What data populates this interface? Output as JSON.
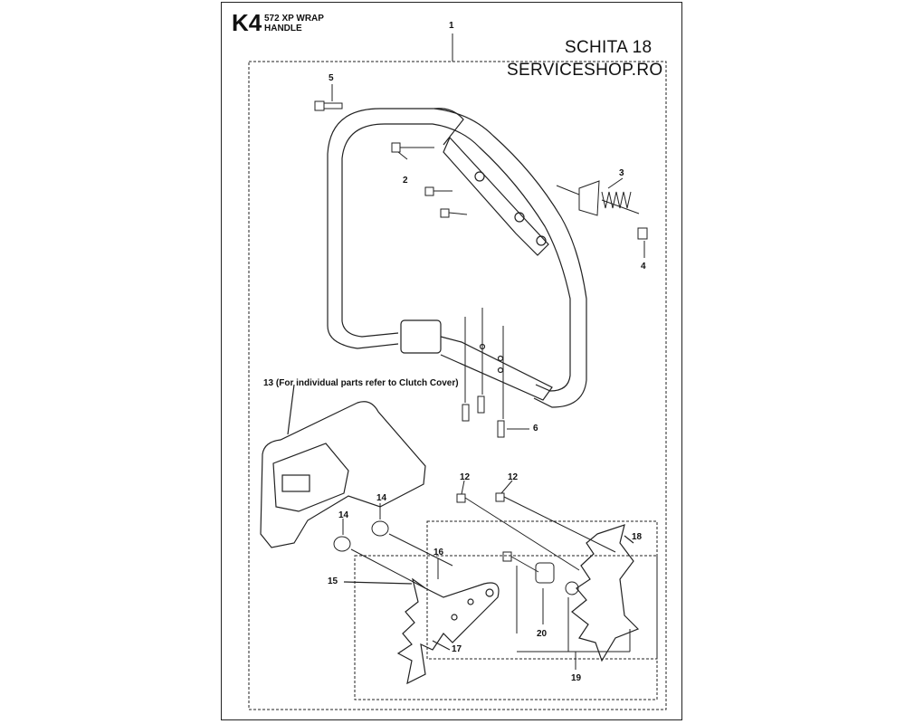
{
  "header": {
    "code": "K4",
    "title_line1": "572 XP WRAP",
    "title_line2": "HANDLE",
    "sheet": "SCHITA 18",
    "watermark": "SERVICESHOP.RO"
  },
  "note_13": "13 (For individual parts refer to Clutch Cover)",
  "callouts": [
    {
      "id": "c1",
      "label": "1"
    },
    {
      "id": "c5",
      "label": "5"
    },
    {
      "id": "c2",
      "label": "2"
    },
    {
      "id": "c3",
      "label": "3"
    },
    {
      "id": "c4",
      "label": "4"
    },
    {
      "id": "c6",
      "label": "6"
    },
    {
      "id": "c12a",
      "label": "12"
    },
    {
      "id": "c12b",
      "label": "12"
    },
    {
      "id": "c14a",
      "label": "14"
    },
    {
      "id": "c14b",
      "label": "14"
    },
    {
      "id": "c16",
      "label": "16"
    },
    {
      "id": "c18",
      "label": "18"
    },
    {
      "id": "c15",
      "label": "15"
    },
    {
      "id": "c20",
      "label": "20"
    },
    {
      "id": "c17",
      "label": "17"
    },
    {
      "id": "c19",
      "label": "19"
    }
  ]
}
